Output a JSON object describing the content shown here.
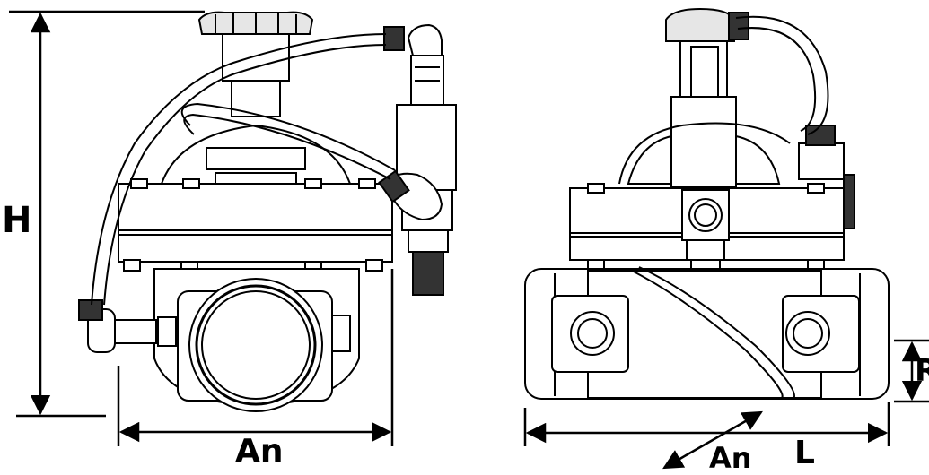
{
  "labels": {
    "height": "H",
    "width_front": "An",
    "width_side": "An",
    "length": "L",
    "connection": "R"
  },
  "colors": {
    "line": "#000000",
    "fill": "#ffffff",
    "shade": "#d8d8d8",
    "dark": "#222222"
  }
}
